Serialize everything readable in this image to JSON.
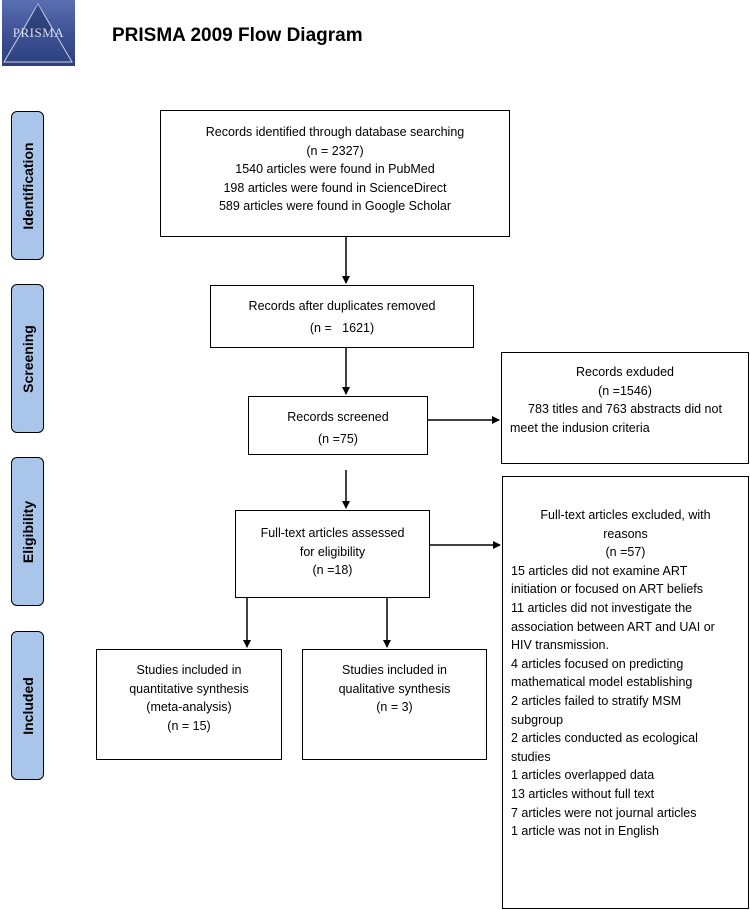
{
  "header": {
    "logo_text": "PRISMA",
    "title": "PRISMA 2009 Flow Diagram"
  },
  "stages": {
    "identification": "Identification",
    "screening": "Screening",
    "eligibility": "Eligibility",
    "included": "Included"
  },
  "boxes": {
    "identified": [
      "Records identified through database searching",
      "(n = 2327)",
      "1540 articles were found in PubMed",
      "198 articles were found in ScienceDirect",
      "589 articles were found in Google Scholar"
    ],
    "duplicates_removed": [
      "Records after duplicates removed",
      "(n =   1621)"
    ],
    "screened": [
      "Records screened",
      "(n =75)"
    ],
    "excluded": [
      "Records exduded",
      "(n =1546)",
      "783 titles and 763 abstracts did not",
      "meet the indusion criteria"
    ],
    "fulltext_assessed": [
      "Full-text articles assessed",
      "for eligibility",
      "(n =18)"
    ],
    "fulltext_excluded_header": [
      "Full-text articles excluded, with",
      "reasons",
      "(n =57)"
    ],
    "fulltext_excluded_reasons": [
      "15 articles did not examine ART",
      "initiation or focused on ART beliefs",
      "11 articles did not investigate the",
      "association between ART and UAI or",
      "HIV transmission.",
      "4 articles focused on predicting",
      "mathematical model establishing",
      "2 articles failed to stratify MSM",
      "subgroup",
      "2 articles conducted as ecological",
      "studies",
      "1 articles overlapped data",
      "13 articles without full text",
      "7 articles were not journal articles",
      "1 article was not in English"
    ],
    "quantitative": [
      "Studies included in",
      "quantitative synthesis",
      "(meta-analysis)",
      "(n = 15)"
    ],
    "qualitative": [
      "Studies included in",
      "qualitative synthesis",
      "(n = 3)"
    ]
  }
}
